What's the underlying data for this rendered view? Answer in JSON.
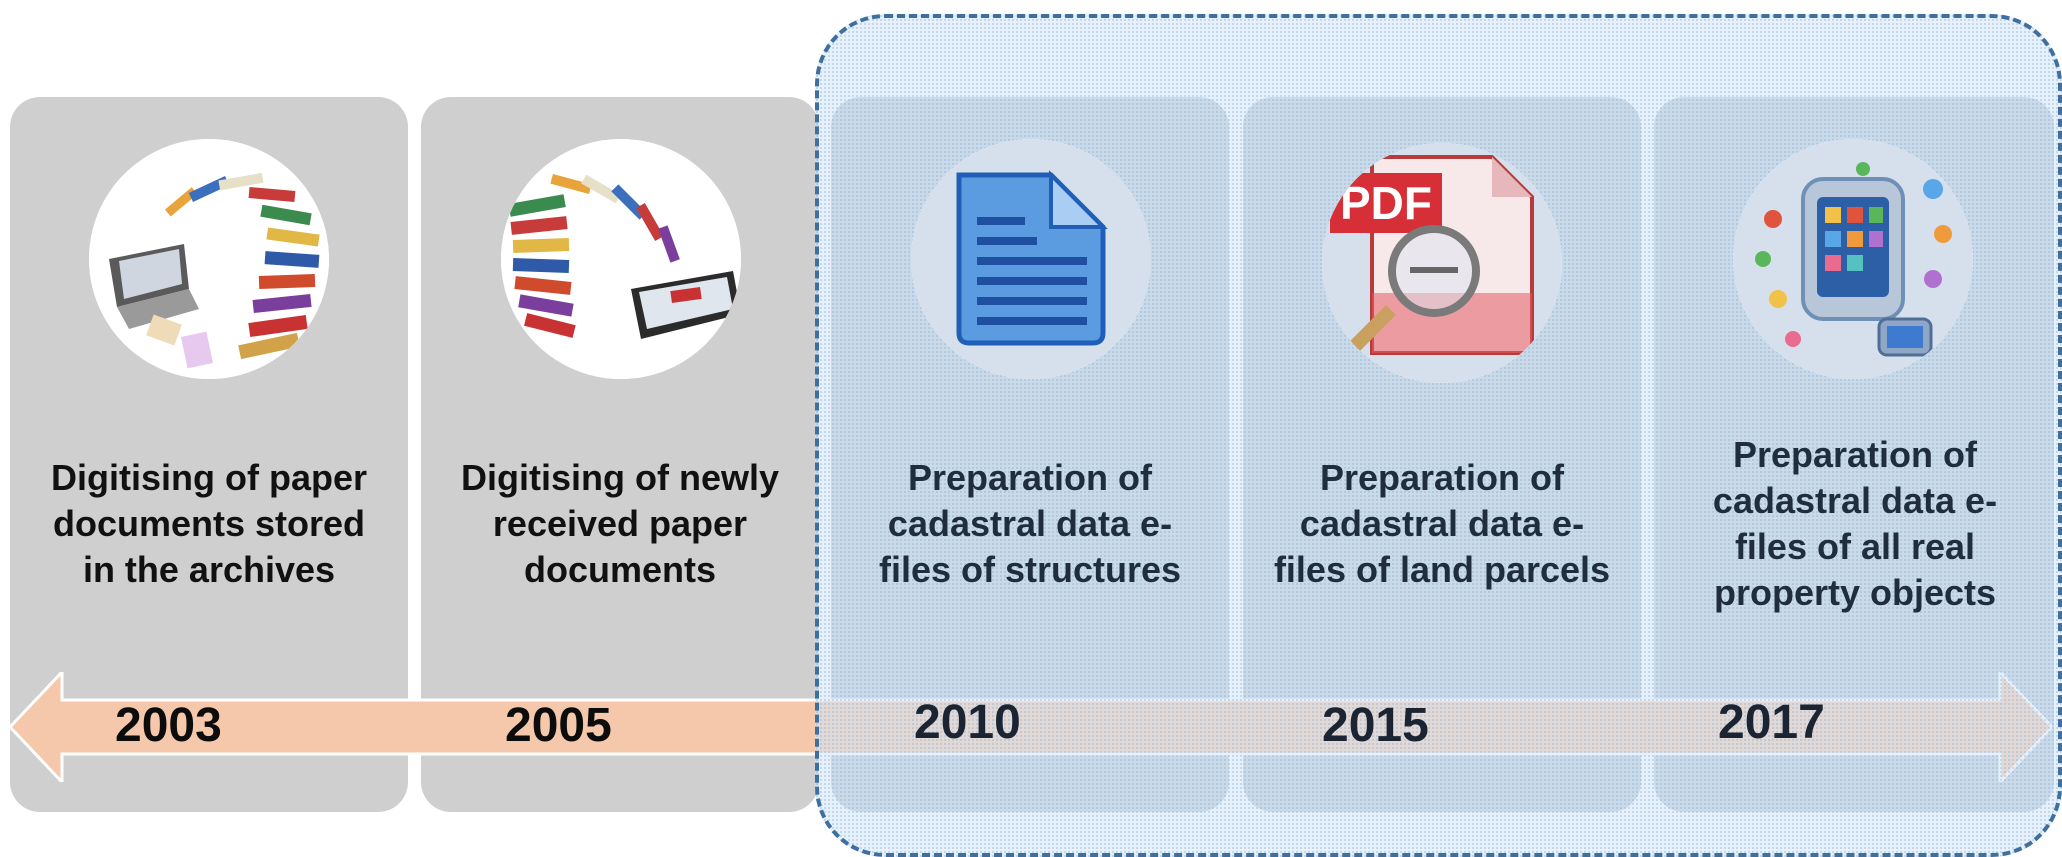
{
  "stages": [
    {
      "year": "2003",
      "lines": [
        "Digitising of paper",
        "documents stored",
        "in the archives"
      ],
      "icon": "books-laptop-icon"
    },
    {
      "year": "2005",
      "lines": [
        "Digitising of newly",
        "received paper",
        "documents"
      ],
      "icon": "books-tablet-icon"
    },
    {
      "year": "2010",
      "lines": [
        "Preparation of",
        "cadastral data e-",
        "files of structures"
      ],
      "icon": "document-icon"
    },
    {
      "year": "2015",
      "lines": [
        "Preparation of",
        "cadastral data e-",
        "files of land parcels"
      ],
      "icon": "pdf-magnifier-icon"
    },
    {
      "year": "2017",
      "lines": [
        "Preparation of",
        "cadastral data e-",
        "files of all real",
        "property objects"
      ],
      "icon": "tablet-apps-icon"
    }
  ],
  "pdf_label": "PDF",
  "colors": {
    "card_grey": "#cfcfcf",
    "card_blue": "#c2ccd8",
    "arrow_fill": "#f6c8ab",
    "overlay_border": "#3f6f9e"
  }
}
